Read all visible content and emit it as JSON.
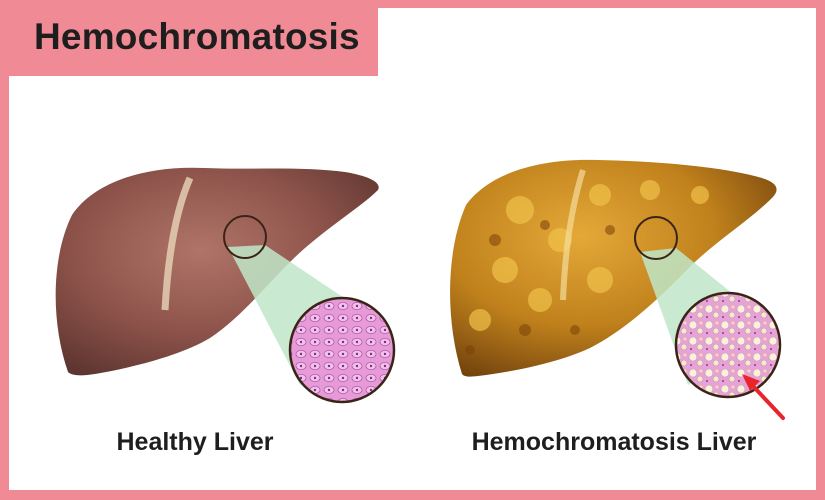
{
  "title": "Hemochromatosis",
  "panels": {
    "left": {
      "label": "Healthy Liver"
    },
    "right": {
      "label": "Hemochromatosis Liver"
    }
  },
  "colors": {
    "accent_pink": "#f08a94",
    "healthy_liver": "#9b5a52",
    "diseased_liver": "#c98a1e",
    "zoom_cone": "#bfe6c8",
    "tissue_pink": "#e58fd3",
    "pointer_arrow": "#e8242c"
  },
  "icons": [
    "zoom-circle-icon",
    "arrow-icon"
  ]
}
